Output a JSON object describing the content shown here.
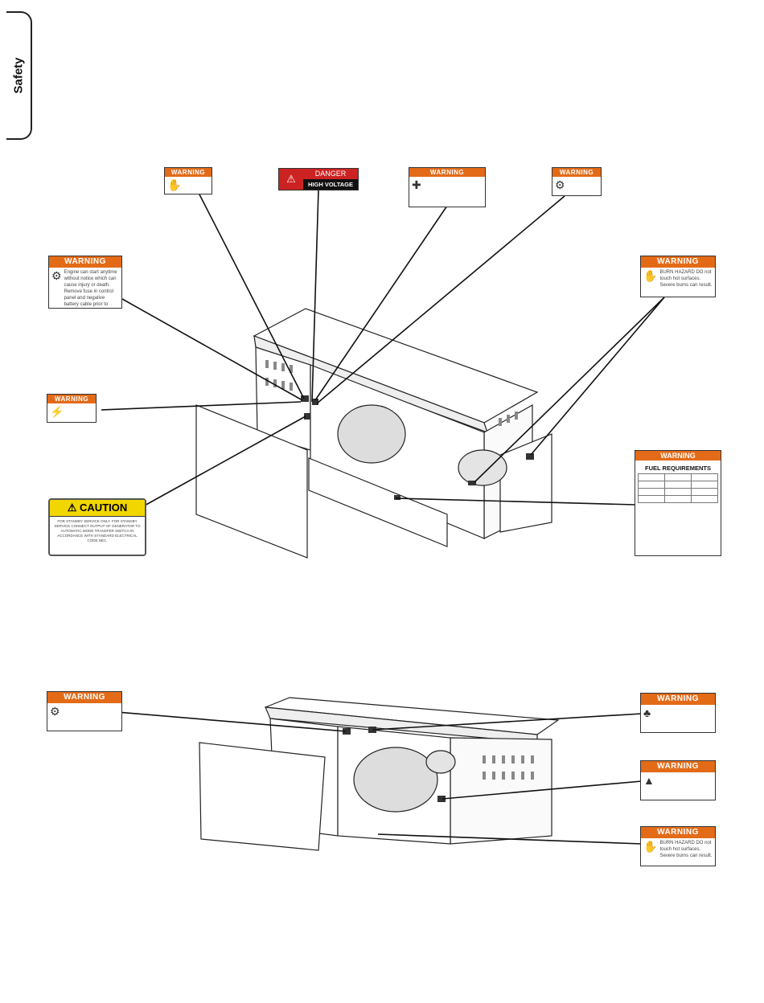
{
  "side_tab": "Safety",
  "labels": {
    "warning": "WARNING",
    "danger": "DANGER",
    "high_voltage": "HIGH VOLTAGE",
    "caution": "CAUTION",
    "engine_text": "Engine can start anytime without notice which can cause injury or death. Remove fuse in control panel and negative battery cable prior to servicing.",
    "burn_text": "BURN HAZARD DO not touch hot surfaces. Severe burns can result.",
    "caution_text": "FOR STANDBY SERVICE ONLY. FOR STANDBY SERVICE CONNECT OUTPUT OF GENERATOR TO AUTOMATIC MODE TRANSFER SWITCH IN ACCORDANCE WITH STANDARD ELECTRICAL CODE NEC.",
    "fuel_title": "FUEL REQUIREMENTS"
  },
  "colors": {
    "warning_orange": "#e36b18",
    "danger_red": "#cc2222",
    "caution_yellow": "#f2d600"
  }
}
